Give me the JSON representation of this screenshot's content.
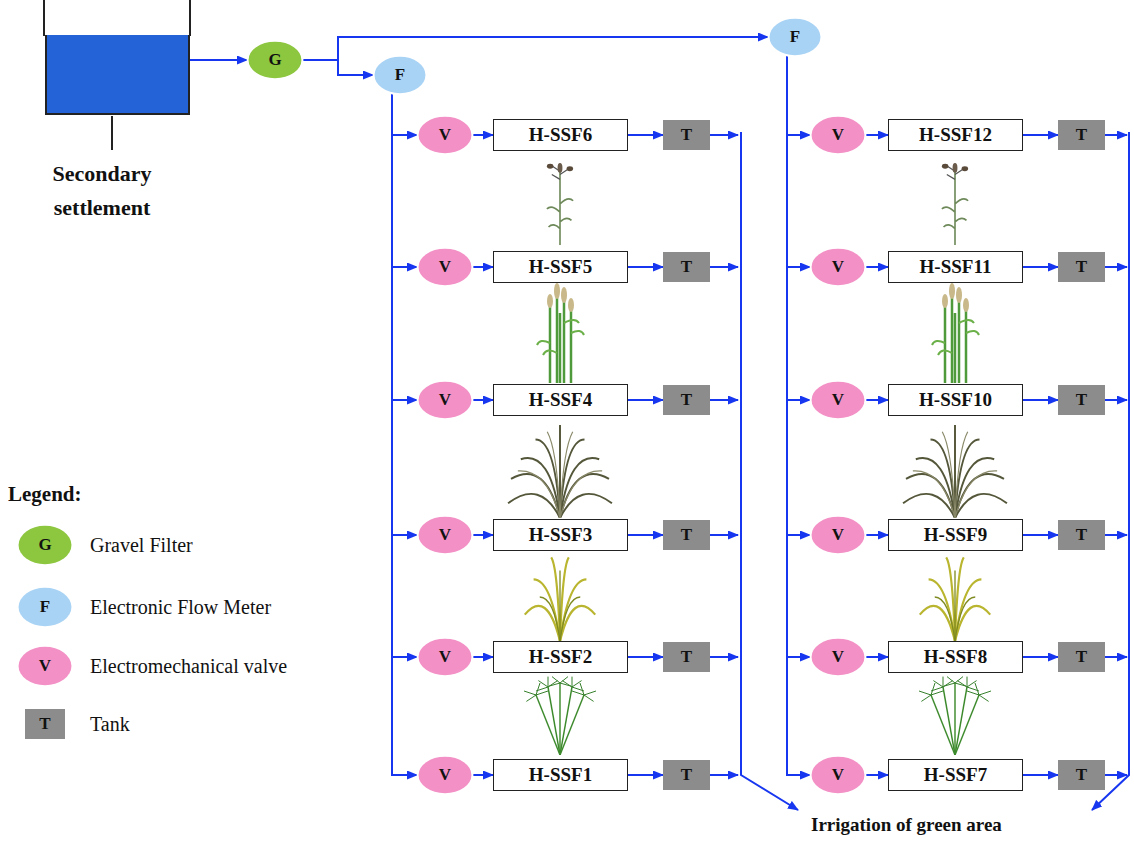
{
  "diagram": {
    "nodes": [
      {
        "text": [
          "Secondary settlement"
        ]
      },
      {
        "text": [
          "G"
        ]
      },
      {
        "text": [
          "F"
        ]
      },
      {
        "text": [
          "F"
        ]
      },
      {
        "text": [
          "V"
        ]
      },
      {
        "text": [
          "H-SSF6"
        ]
      },
      {
        "text": [
          "T"
        ]
      },
      {
        "text": [
          "V"
        ]
      },
      {
        "text": [
          "H-SSF5"
        ]
      },
      {
        "text": [
          "T"
        ]
      },
      {
        "text": [
          "V"
        ]
      },
      {
        "text": [
          "H-SSF4"
        ]
      },
      {
        "text": [
          "T"
        ]
      },
      {
        "text": [
          "V"
        ]
      },
      {
        "text": [
          "H-SSF3"
        ]
      },
      {
        "text": [
          "T"
        ]
      },
      {
        "text": [
          "V"
        ]
      },
      {
        "text": [
          "H-SSF2"
        ]
      },
      {
        "text": [
          "T"
        ]
      },
      {
        "text": [
          "V"
        ]
      },
      {
        "text": [
          "H-SSF1"
        ]
      },
      {
        "text": [
          "T"
        ]
      },
      {
        "text": [
          "V"
        ]
      },
      {
        "text": [
          "H-SSF12"
        ]
      },
      {
        "text": [
          "T"
        ]
      },
      {
        "text": [
          "V"
        ]
      },
      {
        "text": [
          "H-SSF11"
        ]
      },
      {
        "text": [
          "T"
        ]
      },
      {
        "text": [
          "V"
        ]
      },
      {
        "text": [
          "H-SSF10"
        ]
      },
      {
        "text": [
          "T"
        ]
      },
      {
        "text": [
          "V"
        ]
      },
      {
        "text": [
          "H-SSF9"
        ]
      },
      {
        "text": [
          "T"
        ]
      },
      {
        "text": [
          "V"
        ]
      },
      {
        "text": [
          "H-SSF8"
        ]
      },
      {
        "text": [
          "T"
        ]
      },
      {
        "text": [
          "V"
        ]
      },
      {
        "text": [
          "H-SSF7"
        ]
      },
      {
        "text": [
          "T"
        ]
      }
    ],
    "edges": [
      {
        "from": 0,
        "to": 1,
        "arrow": "to"
      },
      {
        "from": 1,
        "to": 2,
        "arrow": "to"
      },
      {
        "from": 1,
        "to": 3,
        "arrow": "to"
      },
      {
        "from": 2,
        "to": 4,
        "arrow": "to"
      },
      {
        "from": 4,
        "to": 5,
        "arrow": "to"
      },
      {
        "from": 5,
        "to": 6,
        "arrow": "to"
      },
      {
        "from": 2,
        "to": 7,
        "arrow": "to"
      },
      {
        "from": 7,
        "to": 8,
        "arrow": "to"
      },
      {
        "from": 8,
        "to": 9,
        "arrow": "to"
      },
      {
        "from": 2,
        "to": 10,
        "arrow": "to"
      },
      {
        "from": 10,
        "to": 11,
        "arrow": "to"
      },
      {
        "from": 11,
        "to": 12,
        "arrow": "to"
      },
      {
        "from": 2,
        "to": 13,
        "arrow": "to"
      },
      {
        "from": 13,
        "to": 14,
        "arrow": "to"
      },
      {
        "from": 14,
        "to": 15,
        "arrow": "to"
      },
      {
        "from": 2,
        "to": 16,
        "arrow": "to"
      },
      {
        "from": 16,
        "to": 17,
        "arrow": "to"
      },
      {
        "from": 17,
        "to": 18,
        "arrow": "to"
      },
      {
        "from": 2,
        "to": 19,
        "arrow": "to"
      },
      {
        "from": 19,
        "to": 20,
        "arrow": "to"
      },
      {
        "from": 20,
        "to": 21,
        "arrow": "to"
      },
      {
        "from": 3,
        "to": 22,
        "arrow": "to"
      },
      {
        "from": 22,
        "to": 23,
        "arrow": "to"
      },
      {
        "from": 23,
        "to": 24,
        "arrow": "to"
      },
      {
        "from": 3,
        "to": 25,
        "arrow": "to"
      },
      {
        "from": 25,
        "to": 26,
        "arrow": "to"
      },
      {
        "from": 26,
        "to": 27,
        "arrow": "to"
      },
      {
        "from": 3,
        "to": 28,
        "arrow": "to"
      },
      {
        "from": 28,
        "to": 29,
        "arrow": "to"
      },
      {
        "from": 29,
        "to": 30,
        "arrow": "to"
      },
      {
        "from": 3,
        "to": 31,
        "arrow": "to"
      },
      {
        "from": 31,
        "to": 32,
        "arrow": "to"
      },
      {
        "from": 32,
        "to": 33,
        "arrow": "to"
      },
      {
        "from": 3,
        "to": 34,
        "arrow": "to"
      },
      {
        "from": 34,
        "to": 35,
        "arrow": "to"
      },
      {
        "from": 35,
        "to": 36,
        "arrow": "to"
      },
      {
        "from": 3,
        "to": 37,
        "arrow": "to"
      },
      {
        "from": 37,
        "to": 38,
        "arrow": "to"
      },
      {
        "from": 38,
        "to": 39,
        "arrow": "to"
      }
    ],
    "labels": [
      "Irrigation of green area",
      "Legend:",
      "G",
      "F",
      "V",
      "T"
    ],
    "legend": [
      {
        "text": "Gravel Filter",
        "color": "#8dc63f"
      },
      {
        "text": "Electronic Flow Meter",
        "color": "#a9d3f5"
      },
      {
        "text": "Electromechanical valve",
        "color": "#f391c6"
      },
      {
        "text": "Tank",
        "color": "#8c8c8c"
      }
    ]
  }
}
